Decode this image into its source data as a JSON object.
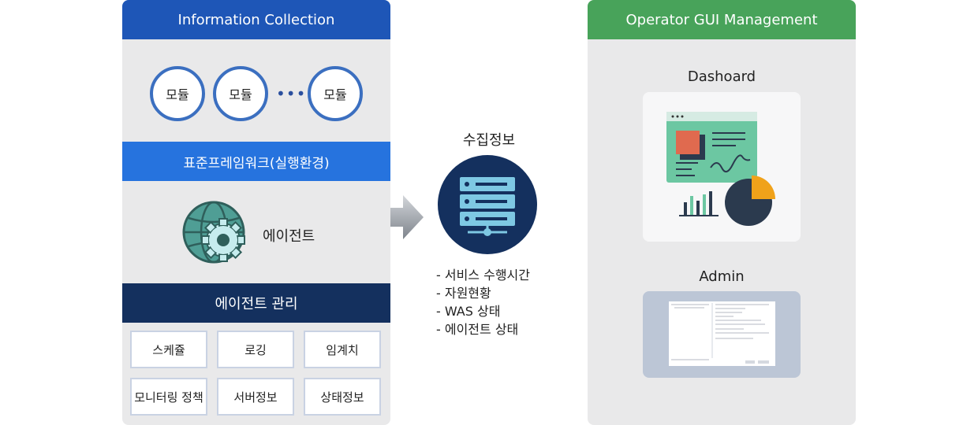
{
  "left_panel": {
    "title": "Information Collection",
    "modules": [
      "모듈",
      "모듈",
      "모듈"
    ],
    "ellipsis": "•••",
    "framework_label": "표준프레임워크(실행환경)",
    "agent_label": "에이전트",
    "management_title": "에이전트 관리",
    "management_items": [
      "스케쥴",
      "로깅",
      "임계치",
      "모니터링 정책",
      "서버정보",
      "상태정보"
    ]
  },
  "center": {
    "title": "수집정보",
    "items": [
      "- 서비스 수행시간",
      "- 자원현황",
      "- WAS 상태",
      "- 에이전트 상태"
    ]
  },
  "right_panel": {
    "title": "Operator GUI Management",
    "dashboard_label": "Dashoard",
    "admin_label": "Admin"
  },
  "colors": {
    "header_blue": "#1e56b7",
    "framework_blue": "#2673de",
    "management_navy": "#14305e",
    "header_green": "#48a35a",
    "panel_gray": "#e9e9ea"
  }
}
